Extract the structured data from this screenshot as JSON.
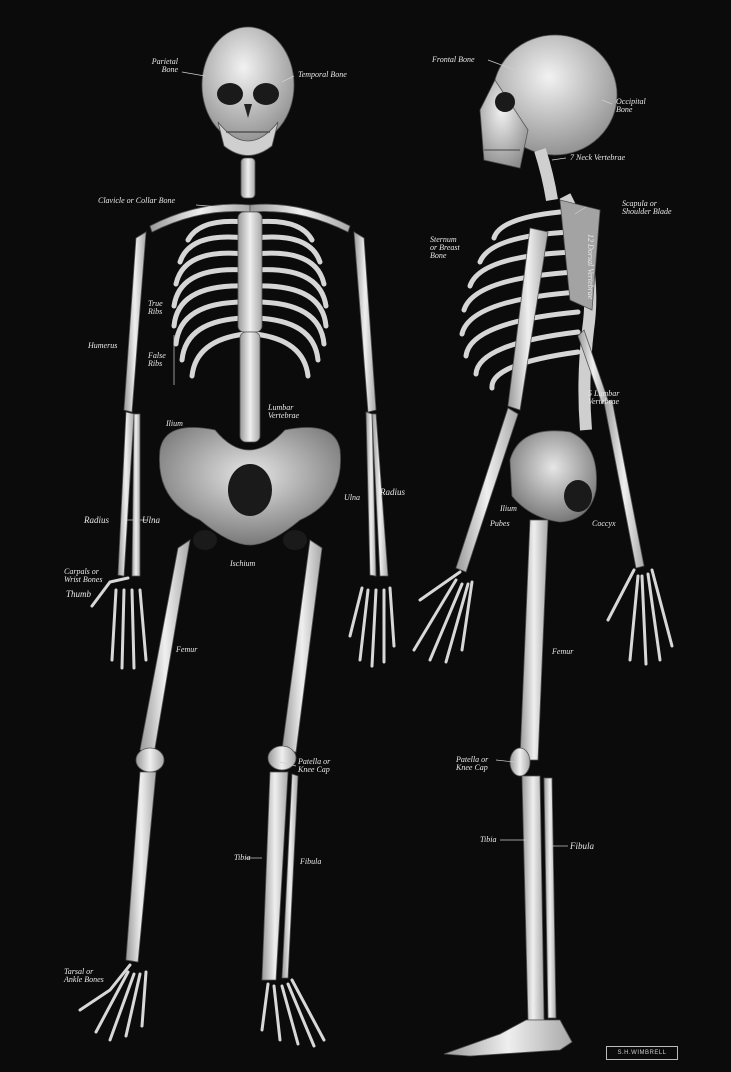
{
  "labels": {
    "parietal": "Parietal\nBone",
    "temporal": "Temporal Bone",
    "frontal": "Frontal Bone",
    "occipital": "Occipital\nBone",
    "neck_vertebrae": "7 Neck Vertebrae",
    "clavicle": "Clavicle or Collar Bone",
    "scapula": "Scapula or\nShoulder Blade",
    "sternum": "Sternum\nor Breast\nBone",
    "dorsal": "12 Dorsal Vertebrae",
    "true_ribs": "True\nRibs",
    "false_ribs": "False\nRibs",
    "humerus": "Humerus",
    "lumbar_front": "Lumbar\nVertebrae",
    "lumbar_side": "5 Lumbar\nVertebrae",
    "ilium_front": "Ilium",
    "ilium_side": "Ilium",
    "ulna": "Ulna",
    "radius_right": "Radius",
    "radius_left": "Radius",
    "ulna_left": "Ulna",
    "pubes": "Pubes",
    "coccyx": "Coccyx",
    "ischium": "Ischium",
    "carpals": "Carpals or\nWrist Bones",
    "thumb": "Thumb",
    "femur_front": "Femur",
    "femur_side": "Femur",
    "patella_front": "Patella or\nKnee Cap",
    "patella_side": "Patella or\nKnee Cap",
    "tibia_front": "Tibia",
    "fibula_front": "Fibula",
    "tibia_side": "Tibia",
    "fibula_side": "Fibula",
    "tarsal": "Tarsal or\nAnkle Bones"
  },
  "signature": "S.H.WIMBRELL",
  "colors": {
    "background": "#0b0b0b",
    "bone": "#dcdcdc",
    "label": "#e8e8e8"
  }
}
